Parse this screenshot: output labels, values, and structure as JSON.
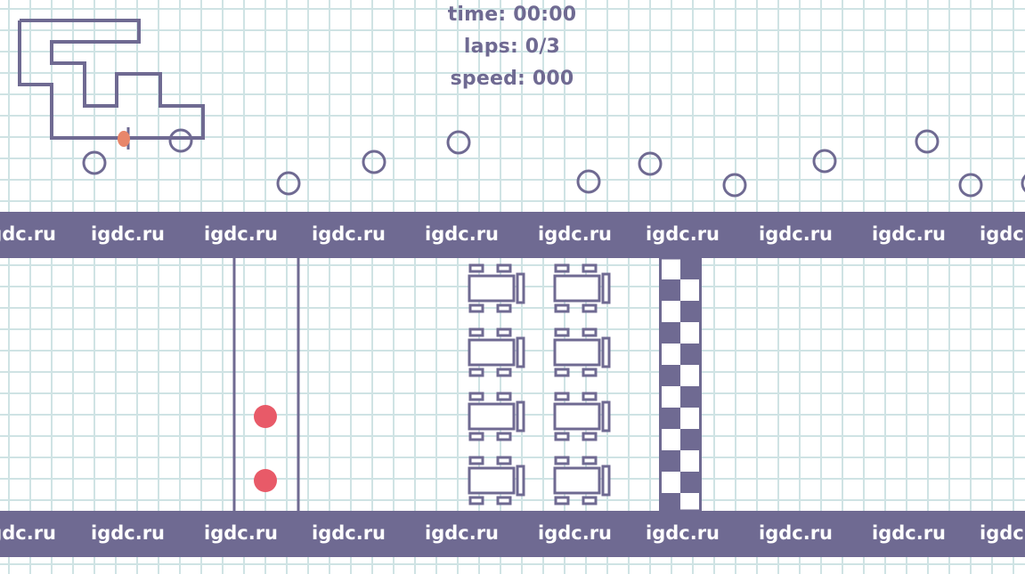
{
  "hud": {
    "time": "time: 00:00",
    "laps": "laps: 0/3",
    "speed": "speed: 000"
  },
  "banner": {
    "text": "igdc.ru"
  },
  "colors": {
    "ink": "#6f6a92",
    "grid": "#cfe3e4",
    "player_marker": "#e8866a",
    "dot": "#e85a68",
    "white": "#ffffff"
  },
  "icons": {
    "minimap": "track-minimap-icon",
    "player": "player-marker-icon",
    "checkpoint": "checkpoint-ring-icon",
    "car": "car-icon",
    "red_dot": "red-dot-icon",
    "finish": "checkered-finish-icon"
  }
}
